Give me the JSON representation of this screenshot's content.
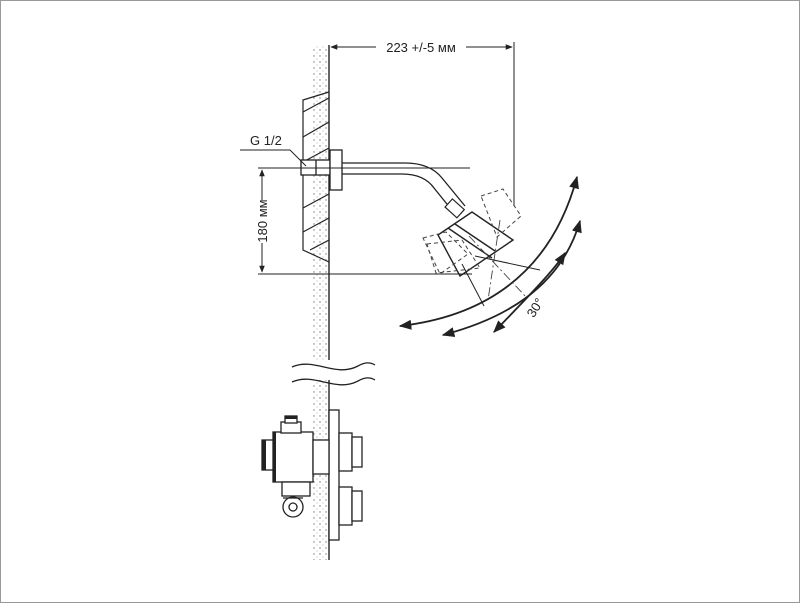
{
  "diagram": {
    "labels": {
      "width_dimension": "223 +/-5 мм",
      "thread": "G 1/2",
      "height_dimension": "180 мм",
      "angle": "30°"
    },
    "colors": {
      "line": "#222222",
      "wall_fill": "#f2f2f2",
      "frame_border": "#999999",
      "dashed": "#444444"
    }
  }
}
